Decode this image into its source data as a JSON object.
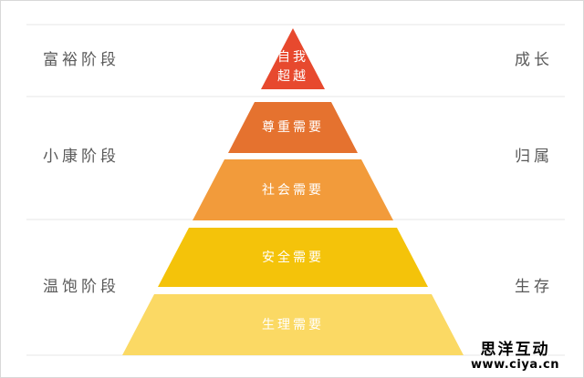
{
  "pyramid": {
    "levels": [
      {
        "label": "自我超越",
        "line1": "自我",
        "line2": "超越",
        "color": "#e7492e"
      },
      {
        "label": "尊重需要",
        "color": "#e5722f"
      },
      {
        "label": "社会需要",
        "color": "#f29b3b"
      },
      {
        "label": "安全需要",
        "color": "#f4c30a"
      },
      {
        "label": "生理需要",
        "color": "#fbd964"
      }
    ],
    "text_color": "#ffffff"
  },
  "stages": {
    "left": [
      {
        "label": "富裕阶段"
      },
      {
        "label": "小康阶段"
      },
      {
        "label": "温饱阶段"
      }
    ],
    "right": [
      {
        "label": "成长"
      },
      {
        "label": "归属"
      },
      {
        "label": "生存"
      }
    ],
    "label_color": "#595959"
  },
  "colors": {
    "divider": "#e7e7e7",
    "canvas_border": "#d8d8d8",
    "background": "#ffffff"
  },
  "watermark": {
    "brand": "思洋互动",
    "site": "www.ciya.cn"
  }
}
